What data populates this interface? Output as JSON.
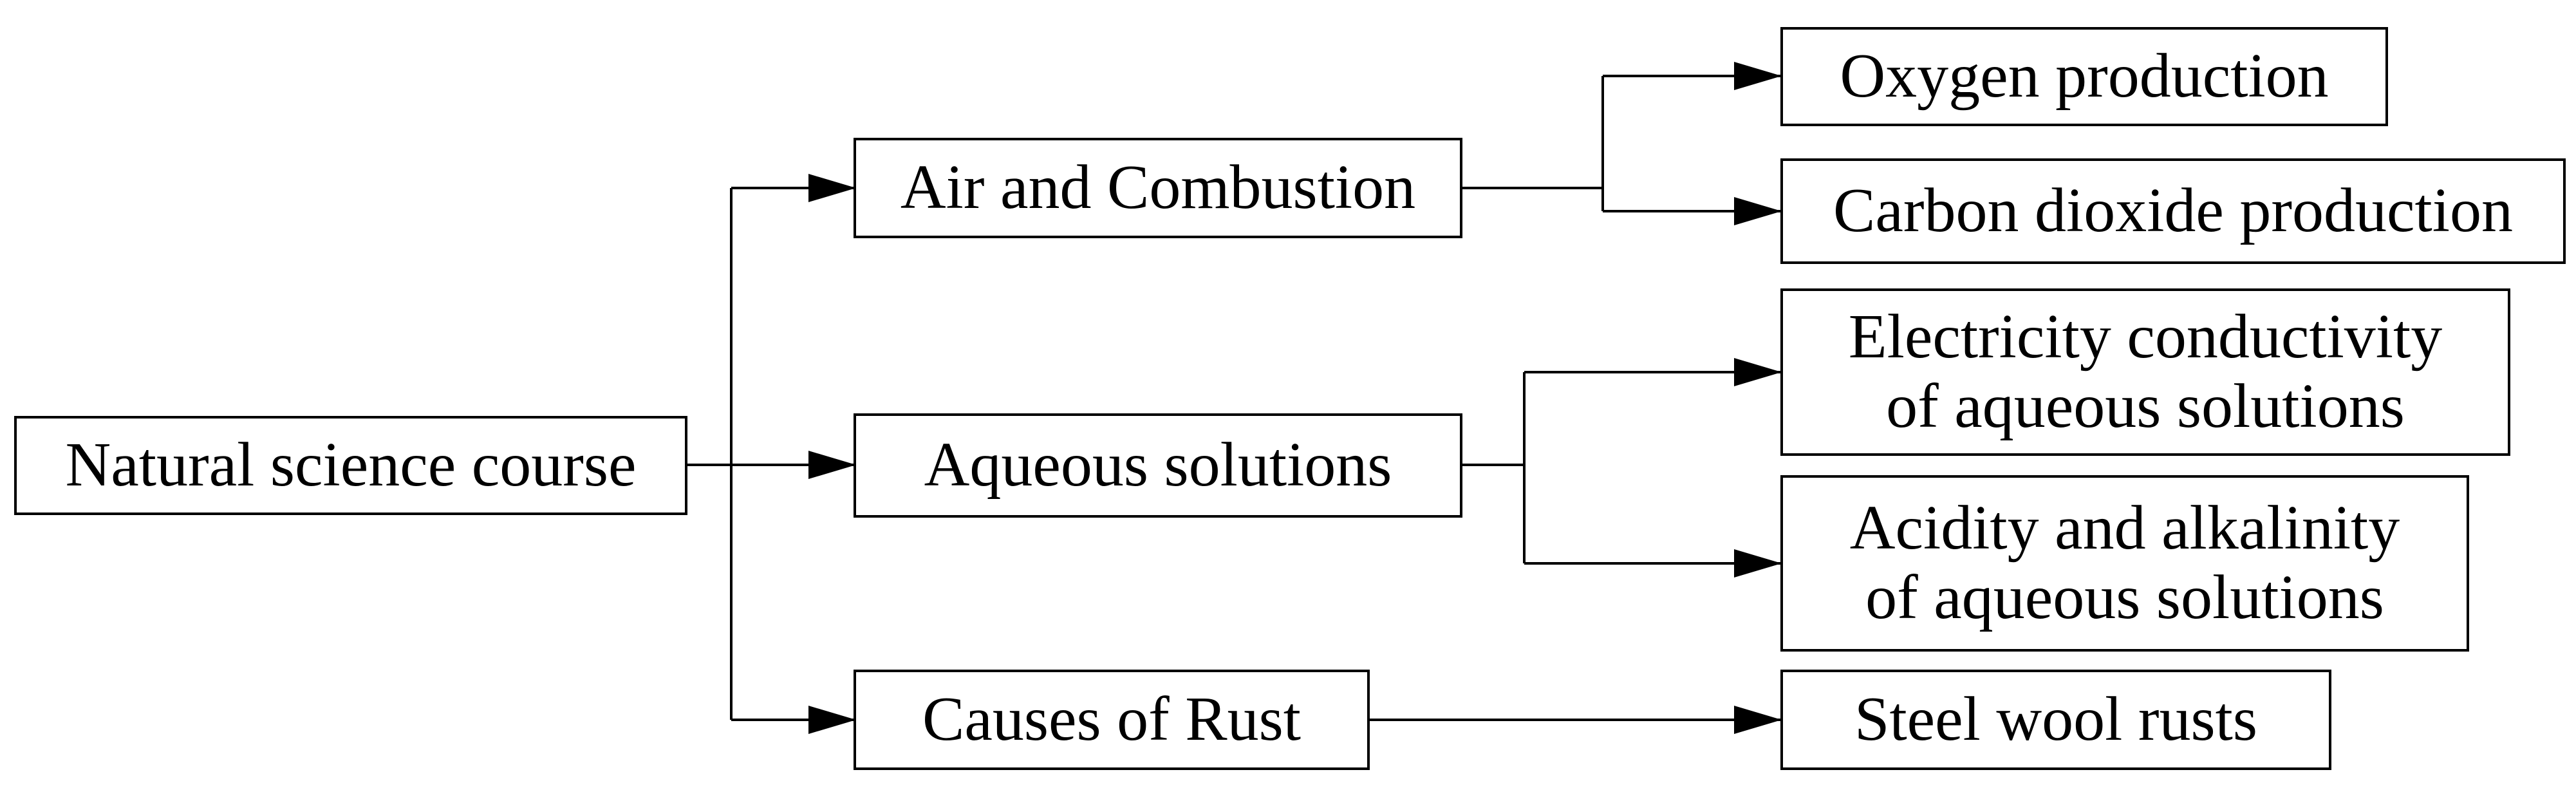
{
  "diagram": {
    "root": "Natural science course",
    "branches": [
      {
        "label": "Air and Combustion",
        "children": [
          "Oxygen production",
          "Carbon dioxide production"
        ]
      },
      {
        "label": "Aqueous solutions",
        "children": [
          [
            "Electricity conductivity",
            "of aqueous solutions"
          ],
          [
            "Acidity and alkalinity",
            "of aqueous solutions"
          ]
        ]
      },
      {
        "label": "Causes of Rust",
        "children": [
          "Steel wool rusts"
        ]
      }
    ]
  }
}
